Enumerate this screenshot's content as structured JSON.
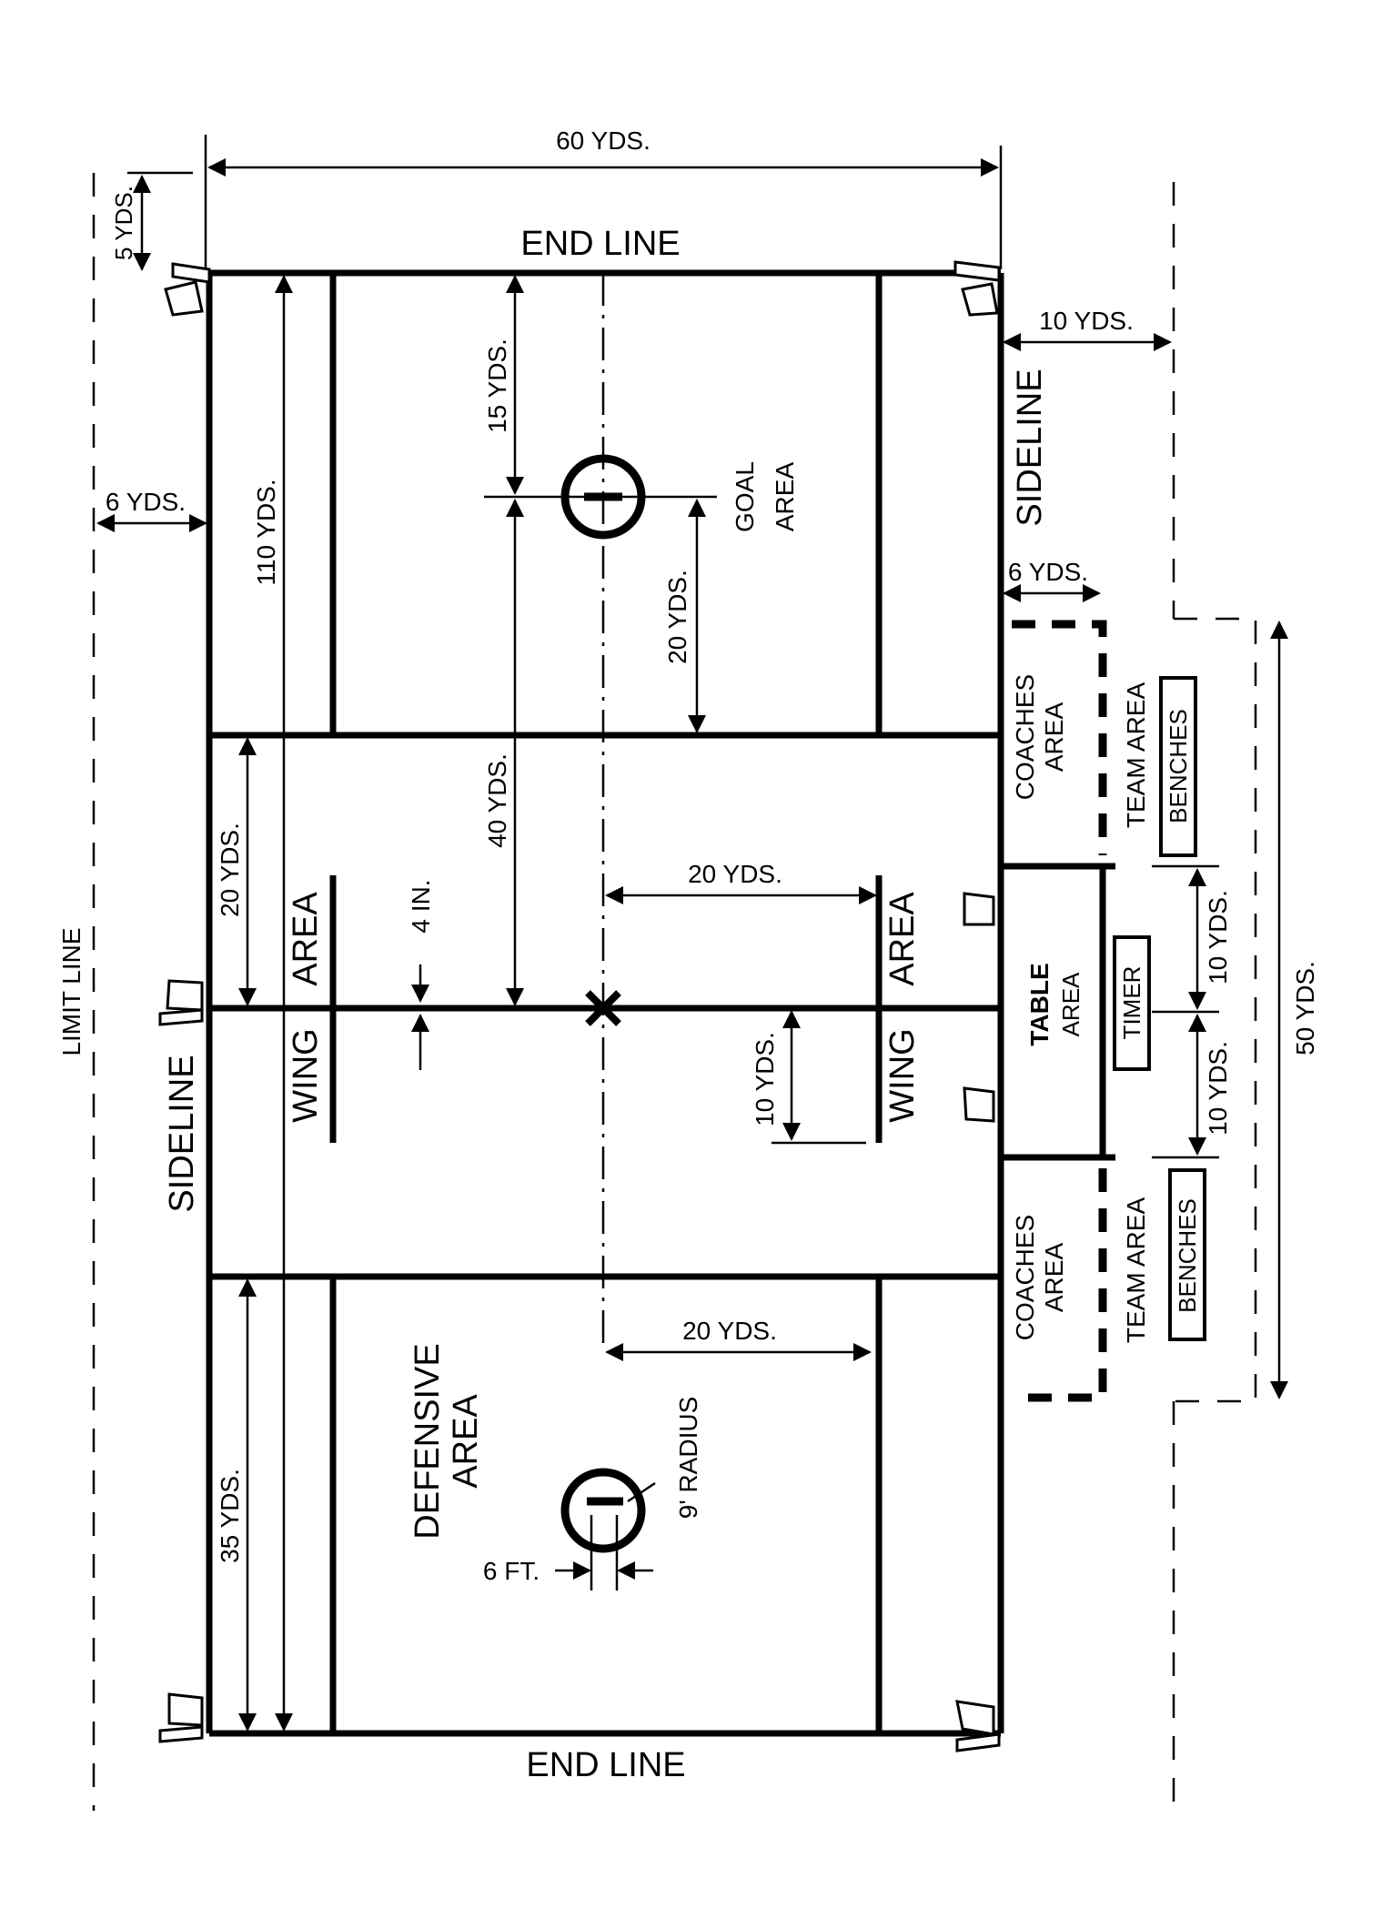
{
  "labels": {
    "width_60": "60 YDS.",
    "five_yds": "5 YDS.",
    "end_line_top": "END LINE",
    "end_line_bottom": "END LINE",
    "ten_yds_sideline": "10 YDS.",
    "sideline_right": "SIDELINE",
    "sideline_left": "SIDELINE",
    "fifteen_yds": "15 YDS.",
    "goal_area_1": "GOAL",
    "goal_area_2": "AREA",
    "six_yds_left": "6 YDS.",
    "length_110": "110 YDS.",
    "twenty_yds_goal": "20 YDS.",
    "six_yds_coach": "6 YDS.",
    "coaches_area_1": "COACHES",
    "coaches_area_2": "AREA",
    "team_area": "TEAM AREA",
    "benches": "BENCHES",
    "forty_yds": "40 YDS.",
    "twenty_yds_left": "20 YDS.",
    "wing": "WING",
    "area": "AREA",
    "four_in": "4 IN.",
    "twenty_yds_center": "20 YDS.",
    "table": "TABLE",
    "table_area": "AREA",
    "timer": "TIMER",
    "ten_yds_table_top": "10 YDS.",
    "ten_yds_table_bottom": "10 YDS.",
    "ten_yds_wing": "10 YDS.",
    "fifty_yds": "50 YDS.",
    "limit_line": "LIMIT LINE",
    "twenty_yds_defense": "20 YDS.",
    "defensive_area_1": "DEFENSIVE",
    "defensive_area_2": "AREA",
    "thirtyfive_yds": "35 YDS.",
    "radius": "9' RADIUS",
    "six_ft": "6 FT."
  }
}
